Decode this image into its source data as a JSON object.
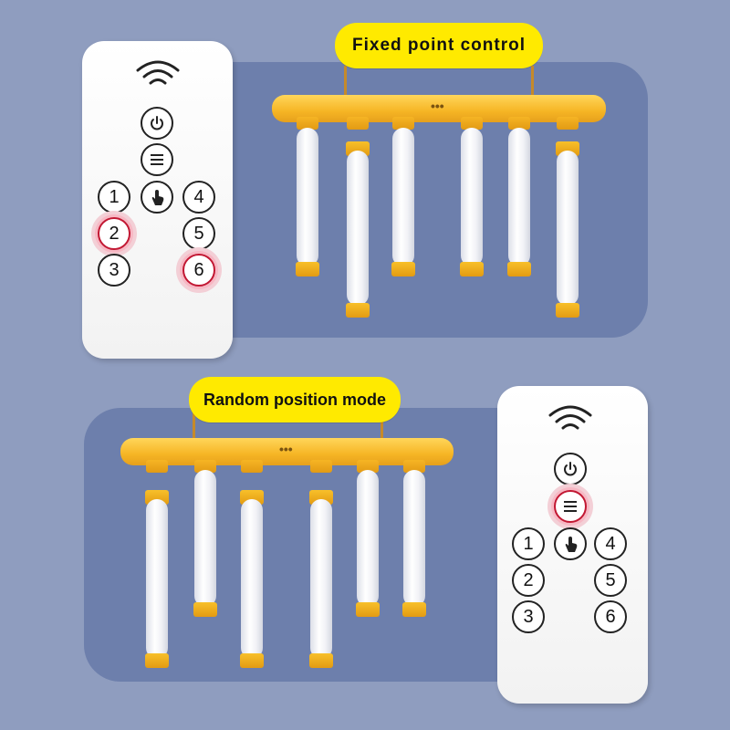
{
  "labels": {
    "fixed": "Fixed point control",
    "random": "Random position mode"
  },
  "remote_top": {
    "buttons": [
      "1",
      "2",
      "3",
      "4",
      "5",
      "6"
    ],
    "active": [
      "2",
      "6"
    ],
    "icons": [
      "wifi-signal-icon",
      "power-icon",
      "menu-icon",
      "touch-icon"
    ]
  },
  "remote_bottom": {
    "buttons": [
      "1",
      "2",
      "3",
      "4",
      "5",
      "6"
    ],
    "active": [
      "menu"
    ],
    "icons": [
      "wifi-signal-icon",
      "power-icon",
      "menu-icon",
      "touch-icon"
    ]
  },
  "colors": {
    "background": "#8f9dbf",
    "panel": "#6d7fac",
    "label": "#ffea00",
    "accent_yellow": "#f6b524",
    "active_ring": "#c21833"
  }
}
